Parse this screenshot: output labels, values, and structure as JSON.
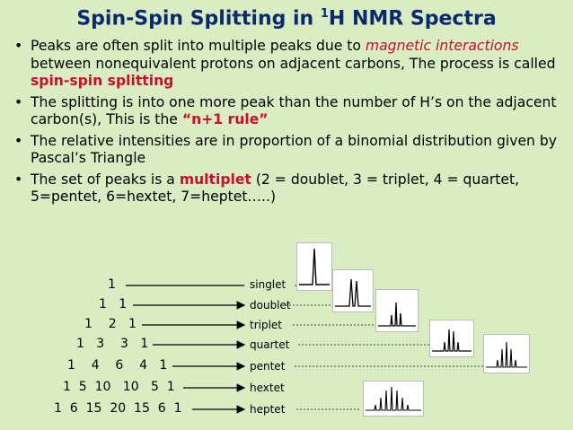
{
  "title": {
    "prefix": "Spin-Spin Splitting in ",
    "sup": "1",
    "suffix": "H NMR Spectra"
  },
  "bullets": {
    "b1": {
      "t1": "Peaks are often split into multiple peaks due to ",
      "t2": "magnetic interactions",
      "t3": " between nonequivalent protons on adjacent carbons, The process is called ",
      "t4": "spin-spin splitting"
    },
    "b2": {
      "t1": "The splitting is into one more peak than the number of H’s on the adjacent carbon(s),  This is the ",
      "t2": "“n+1 rule”"
    },
    "b3": "The relative intensities are in proportion of a binomial distribution given by Pascal’s Triangle",
    "b4": {
      "t1": "The set of peaks is a ",
      "t2": "multiplet",
      "t3": " (2 = doublet, 3 = triplet, 4 = quartet, 5=pentet, 6=hextet, 7=heptet…..)"
    }
  },
  "triangle": {
    "r1": "1",
    "r2": "1   1",
    "r3": "1    2   1",
    "r4": "1   3    3   1",
    "r5": "1    4    6    4   1",
    "r6": "1  5  10   10   5  1",
    "r7": "1  6  15  20  15  6  1"
  },
  "labels": {
    "singlet": "singlet",
    "doublet": "doublet",
    "triplet": "triplet",
    "quartet": "quartet",
    "pentet": "pentet",
    "hextet": "hextet",
    "heptet": "heptet"
  },
  "colors": {
    "background": "#d9ecc2",
    "title": "#0b2a6e",
    "highlight": "#c8102e"
  }
}
